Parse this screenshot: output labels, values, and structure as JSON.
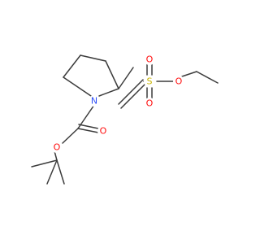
{
  "molecule": {
    "atoms": {
      "nitrogen": {
        "label": "N",
        "color": "#3050F8"
      },
      "sulfur": {
        "label": "S",
        "color": "#C8B400"
      },
      "oxygen_sulfonyl_top": {
        "label": "O",
        "color": "#FF0D0D"
      },
      "oxygen_sulfonyl_bottom": {
        "label": "O",
        "color": "#FF0D0D"
      },
      "oxygen_ester_ethyl": {
        "label": "O",
        "color": "#FF0D0D"
      },
      "oxygen_carbamate_ether": {
        "label": "O",
        "color": "#FF0D0D"
      },
      "oxygen_carbamate_carbonyl": {
        "label": "O",
        "color": "#FF0D0D"
      }
    },
    "bond_color": "#3c3c3c"
  }
}
